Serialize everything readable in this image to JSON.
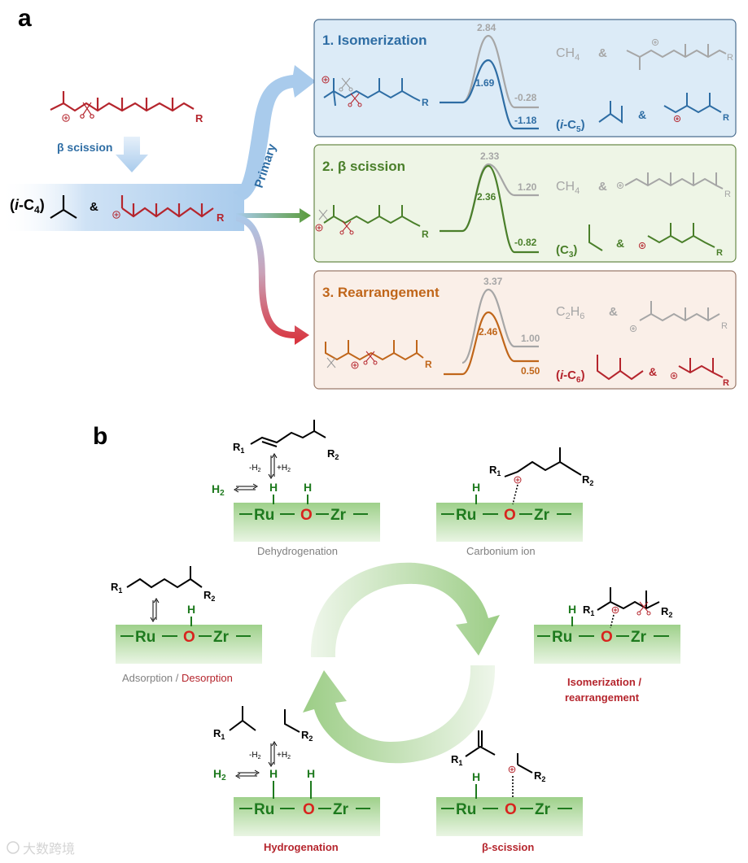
{
  "panel_a": {
    "label": "a",
    "start": {
      "beta_label": "β scission"
    },
    "products": {
      "i_c4_open": "(",
      "i_c4_i": "i",
      "i_c4_rest": "-C",
      "i_c4_sub": "4",
      "i_c4_close": ")",
      "amp": "&",
      "r": "R"
    },
    "primary_label": "Primary",
    "boxes": [
      {
        "title": "1.  Isomerization",
        "color": "#2e6da4",
        "barrier_gray": "2.84",
        "barrier_col": "1.69",
        "end_gray": "-0.28",
        "end_col": "-1.18",
        "gray_mol": "CH",
        "gray_sub": "4",
        "amp": "&",
        "prod_open": "(",
        "prod_i": "i",
        "prod_rest": "-C",
        "prod_sub": "5",
        "prod_close": ")",
        "r": "R"
      },
      {
        "title": "2.  β scission",
        "color": "#4a7f2a",
        "barrier_gray": "2.33",
        "barrier_col": "2.36",
        "end_gray": "1.20",
        "end_col": "-0.82",
        "gray_mol": "CH",
        "gray_sub": "4",
        "amp": "&",
        "prod_open": "(C",
        "prod_i": "",
        "prod_rest": "",
        "prod_sub": "3",
        "prod_close": ")",
        "r": "R"
      },
      {
        "title": "3.  Rearrangement",
        "color": "#c0661a",
        "barrier_gray": "3.37",
        "barrier_col": "2.46",
        "end_gray": "1.00",
        "end_col": "0.50",
        "gray_mol": "C",
        "gray_sub": "2",
        "gray_mol2": "H",
        "gray_sub2": "6",
        "amp": "&",
        "prod_open": "(",
        "prod_i": "i",
        "prod_rest": "-C",
        "prod_sub": "6",
        "prod_close": ")",
        "r": "R"
      }
    ]
  },
  "panel_b": {
    "label": "b",
    "surface": {
      "ru": "Ru",
      "o": "O",
      "zr": "Zr",
      "h": "H"
    },
    "h2": "H",
    "h2_sub": "2",
    "minus_h2": "-H",
    "plus_h2": "+H",
    "h2_sub_small": "2",
    "r1": "R",
    "r1_sub": "1",
    "r2": "R",
    "r2_sub": "2",
    "captions": {
      "dehydrogenation": "Dehydrogenation",
      "carbonium": "Carbonium ion",
      "adsorption": "Adsorption",
      "slash": " / ",
      "desorption": "Desorption",
      "isomerization_1": "Isomerization /",
      "isomerization_2": "rearrangement",
      "hydrogenation": "Hydrogenation",
      "beta_scission": "β-scission"
    }
  },
  "watermark": "大数跨境",
  "colors": {
    "red": "#b5252d",
    "blue": "#2e6da4",
    "green": "#4a7f2a",
    "orange": "#c0661a",
    "gray": "#a6a6a6",
    "surface_green": "#1e7a1e"
  }
}
